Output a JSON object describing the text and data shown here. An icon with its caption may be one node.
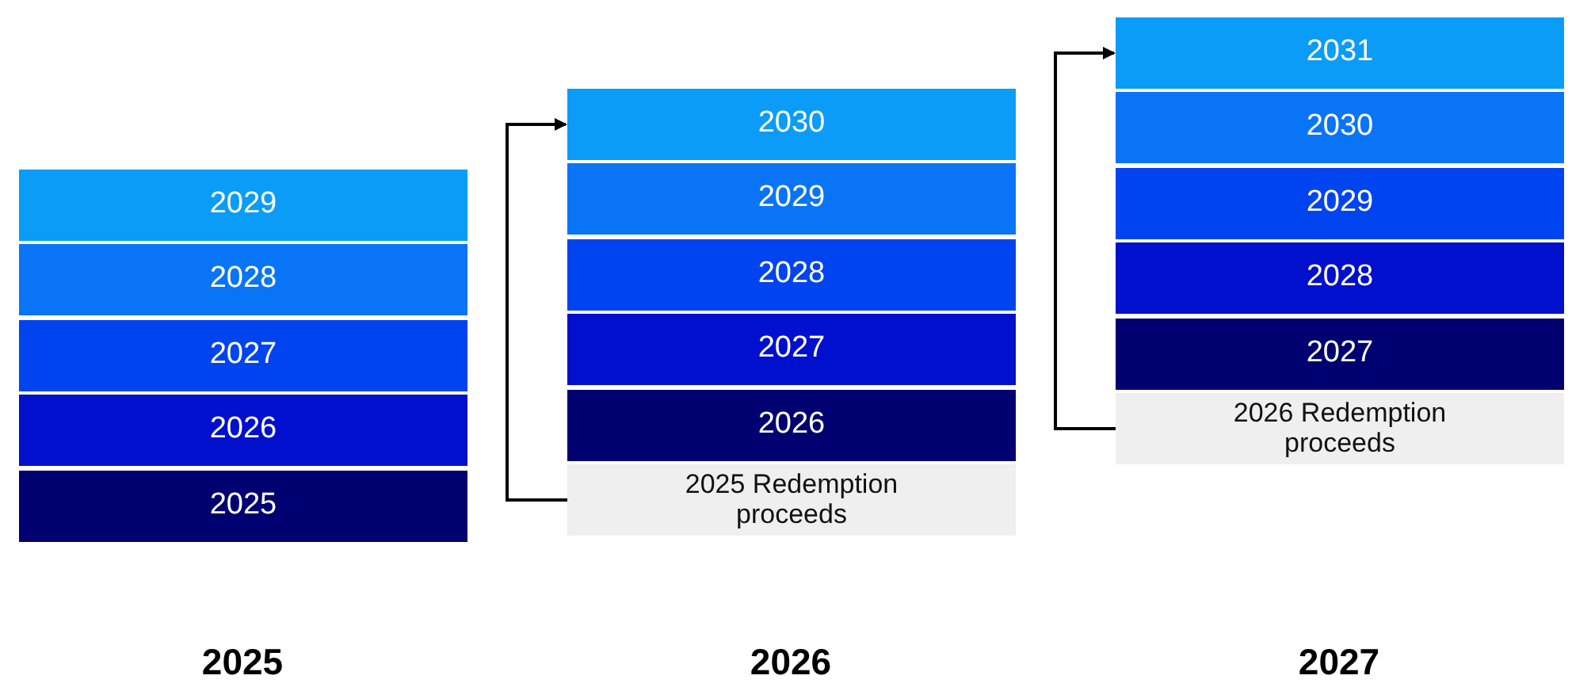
{
  "diagram": {
    "nodes": [
      {
        "text": [
          "2029"
        ]
      },
      {
        "text": [
          "2028"
        ]
      },
      {
        "text": [
          "2027"
        ]
      },
      {
        "text": [
          "2026"
        ]
      },
      {
        "text": [
          "2025"
        ]
      },
      {
        "text": [
          "2030"
        ]
      },
      {
        "text": [
          "2029"
        ]
      },
      {
        "text": [
          "2028"
        ]
      },
      {
        "text": [
          "2027"
        ]
      },
      {
        "text": [
          "2026"
        ]
      },
      {
        "text": [
          "2025 Redemption proceeds"
        ]
      },
      {
        "text": [
          "2031"
        ]
      },
      {
        "text": [
          "2030"
        ]
      },
      {
        "text": [
          "2029"
        ]
      },
      {
        "text": [
          "2028"
        ]
      },
      {
        "text": [
          "2027"
        ]
      },
      {
        "text": [
          "2026 Redemption proceeds"
        ]
      }
    ],
    "edges": [
      {
        "from": 10,
        "to": 5,
        "arrow": "to"
      },
      {
        "from": 16,
        "to": 11,
        "arrow": "to"
      }
    ],
    "labels": [
      "2025",
      "2026",
      "2027"
    ]
  }
}
